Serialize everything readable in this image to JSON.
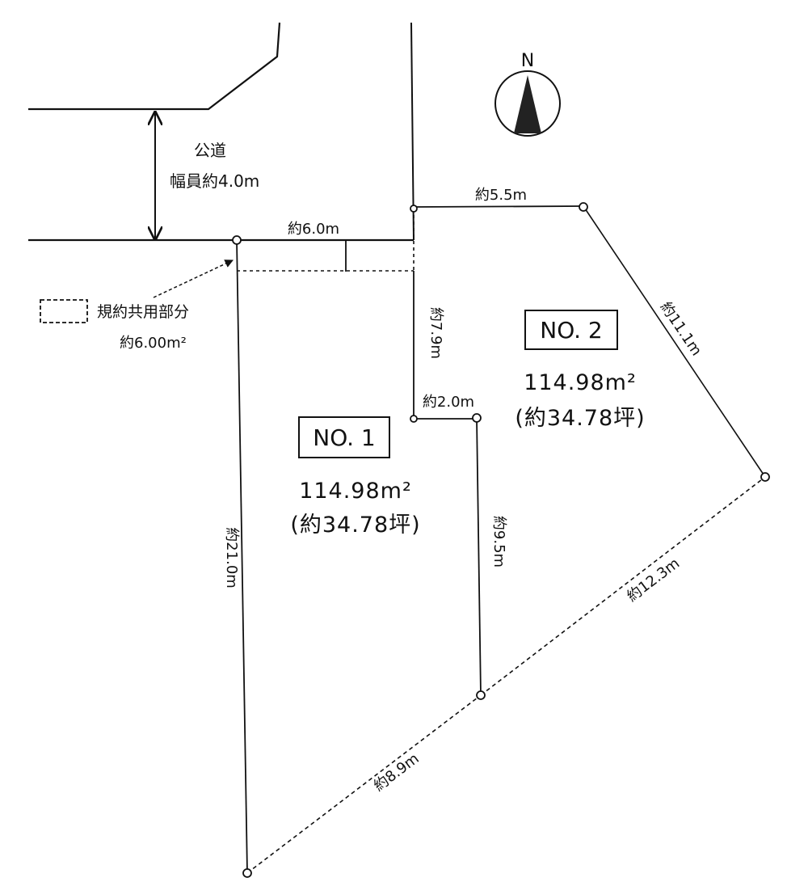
{
  "north": {
    "label": "N"
  },
  "road": {
    "name": "公道",
    "width": "幅員約4.0m"
  },
  "legend": {
    "label": "規約共用部分",
    "area": "約6.00m²"
  },
  "lots": [
    {
      "id": "NO. 1",
      "area": "114.98m²",
      "tsubo": "(約34.78坪)"
    },
    {
      "id": "NO. 2",
      "area": "114.98m²",
      "tsubo": "(約34.78坪)"
    }
  ],
  "dimensions": {
    "frontage_no1": "約6.0m",
    "frontage_no2": "約5.5m",
    "east_no2": "約11.1m",
    "west_no1": "約21.0m",
    "inner_vertical": "約7.9m",
    "inner_horizontal": "約2.0m",
    "inner_lower": "約9.5m",
    "south_no2": "約12.3m",
    "south_no1": "約8.9m"
  }
}
